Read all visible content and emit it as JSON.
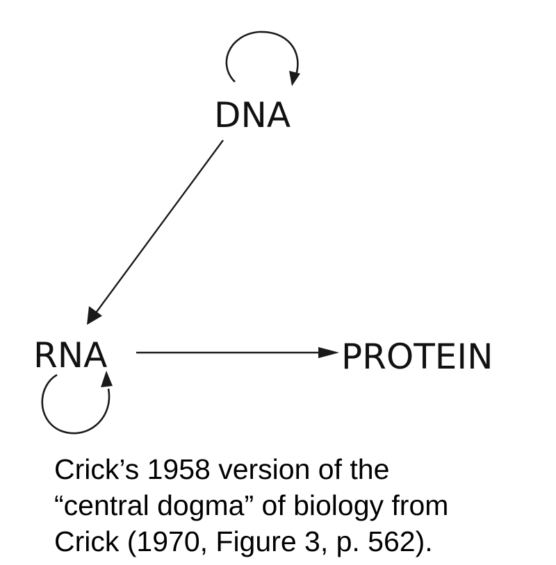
{
  "diagram": {
    "nodes": {
      "dna": "DNA",
      "rna": "RNA",
      "protein": "PROTEIN"
    },
    "edges": [
      {
        "from": "DNA",
        "to": "DNA",
        "kind": "self-loop"
      },
      {
        "from": "DNA",
        "to": "RNA",
        "kind": "arrow"
      },
      {
        "from": "RNA",
        "to": "RNA",
        "kind": "self-loop"
      },
      {
        "from": "RNA",
        "to": "PROTEIN",
        "kind": "arrow"
      }
    ]
  },
  "caption": {
    "line1": "Crick’s 1958 version of the",
    "line2": "“central dogma” of biology from",
    "line3": "Crick (1970, Figure 3, p. 562)."
  }
}
